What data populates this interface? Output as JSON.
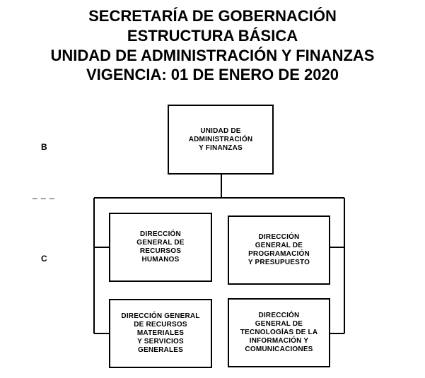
{
  "header": {
    "line1": "SECRETARÍA DE GOBERNACIÓN",
    "line2": "ESTRUCTURA BÁSICA",
    "line3": "UNIDAD DE ADMINISTRACIÓN Y FINANZAS",
    "line4": "VIGENCIA: 01 DE ENERO DE 2020"
  },
  "levels": {
    "b": "B",
    "sep": "_ _ _",
    "c": "C"
  },
  "nodes": {
    "root": "UNIDAD DE\nADMINISTRACIÓN\nY FINANZAS",
    "rh": "DIRECCIÓN\nGENERAL DE\nRECURSOS\nHUMANOS",
    "pp": "DIRECCIÓN\nGENERAL DE\nPROGRAMACIÓN\nY PRESUPUESTO",
    "rm": "DIRECCIÓN GENERAL\nDE RECURSOS\nMATERIALES\nY SERVICIOS\nGENERALES",
    "ti": "DIRECCIÓN\nGENERAL DE\nTECNOLOGÍAS DE LA\nINFORMACIÓN Y\nCOMUNICACIONES"
  }
}
